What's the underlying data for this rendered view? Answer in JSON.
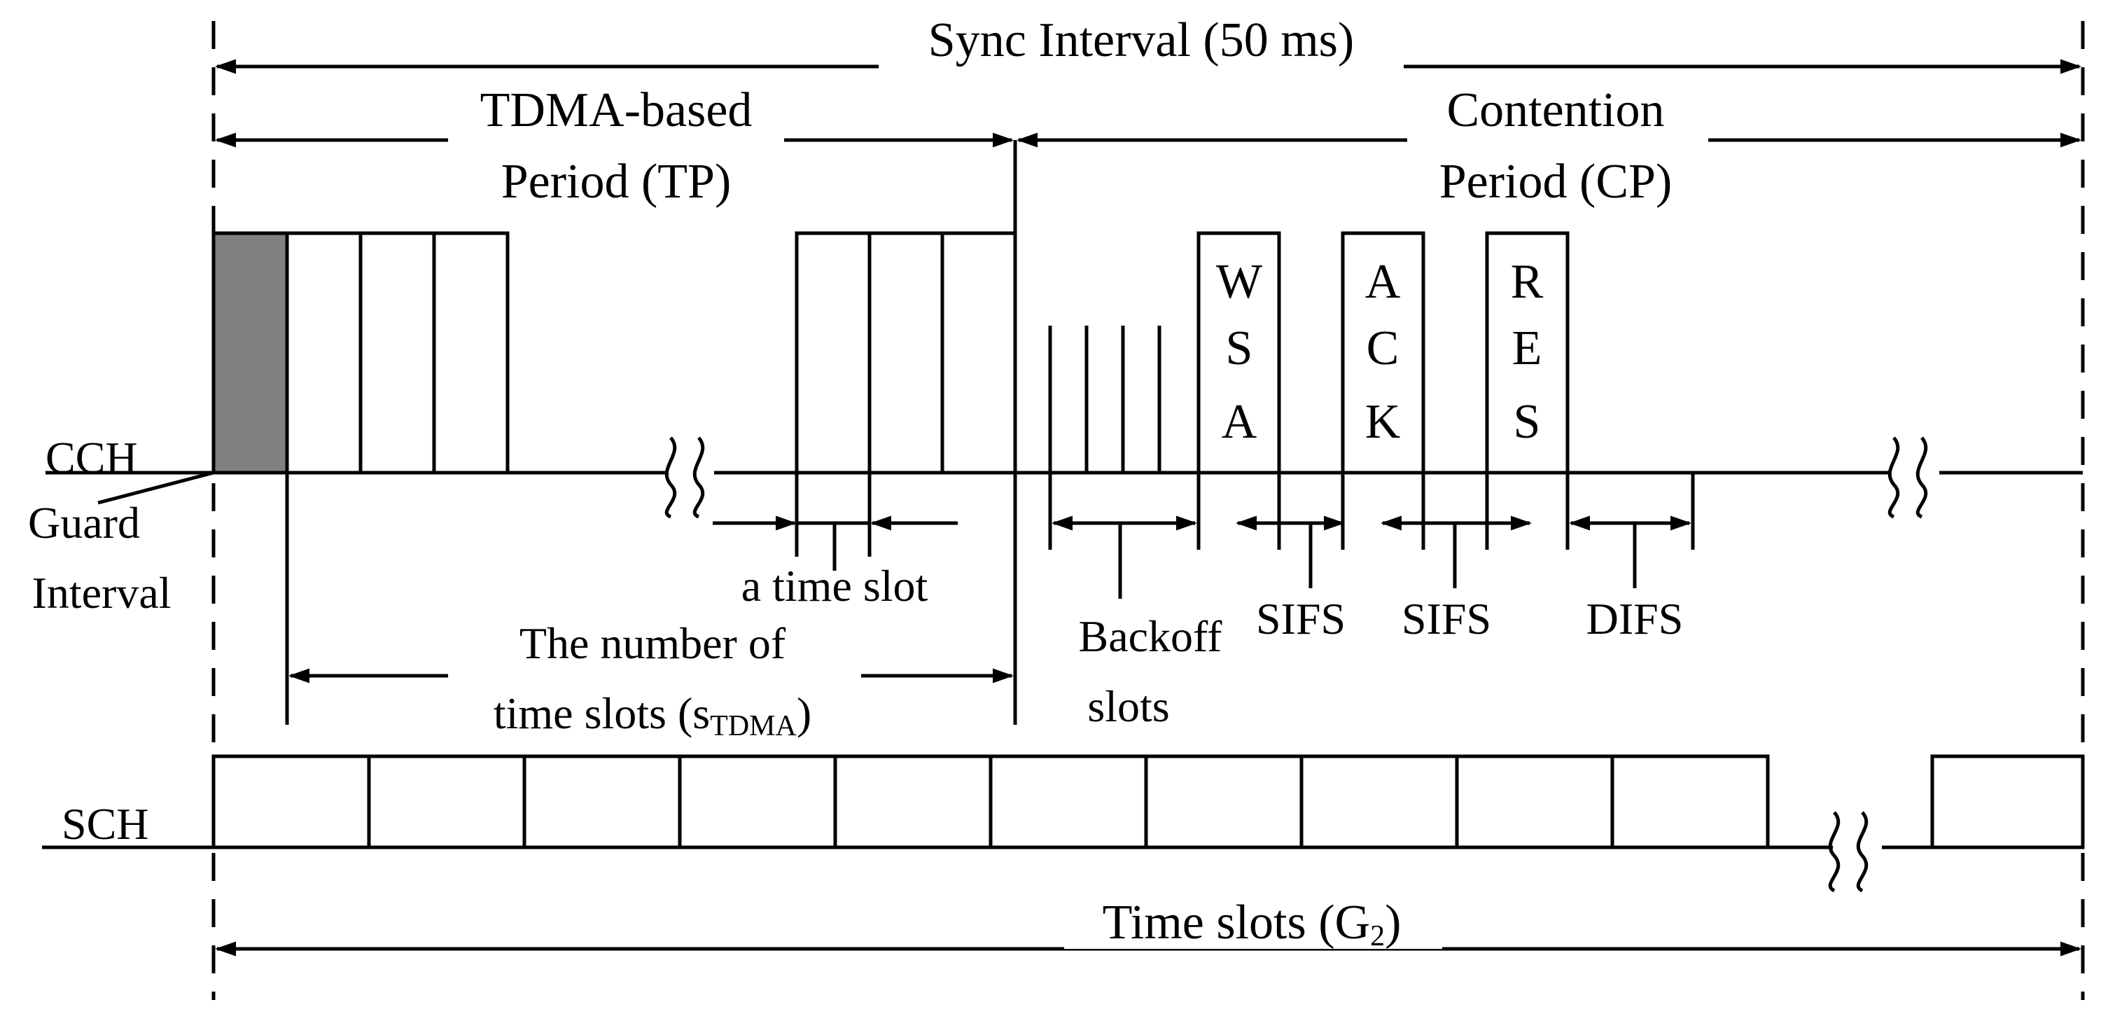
{
  "diagram": {
    "sync_interval": "Sync Interval (50 ms)",
    "tp_line1": "TDMA-based",
    "tp_line2": "Period (TP)",
    "cp_line1": "Contention",
    "cp_line2": "Period (CP)",
    "cch": "CCH",
    "sch": "SCH",
    "guard_line1": "Guard",
    "guard_line2": "Interval",
    "wsa": [
      "W",
      "S",
      "A"
    ],
    "ack": [
      "A",
      "C",
      "K"
    ],
    "res": [
      "R",
      "E",
      "S"
    ],
    "a_time_slot": "a time slot",
    "slots_line1": "The number of",
    "slots_line2_prefix": "time slots (s",
    "slots_line2_sub": "TDMA",
    "slots_line2_suffix": ")",
    "backoff_line1": "Backoff",
    "backoff_line2": "slots",
    "sifs_1": "SIFS",
    "sifs_2": "SIFS",
    "difs": "DIFS",
    "g2_prefix": "Time slots (G",
    "g2_sub": "2",
    "g2_suffix": ")",
    "guard_fill_color": "#808080"
  }
}
